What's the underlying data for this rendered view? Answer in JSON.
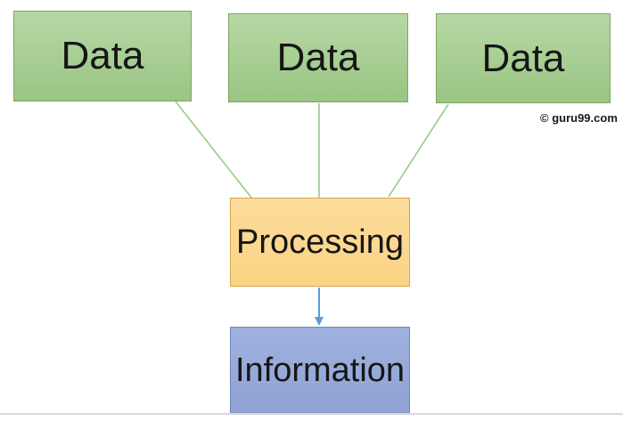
{
  "diagram": {
    "nodes": {
      "data1": {
        "label": "Data",
        "shape": "rectangle",
        "color": "green"
      },
      "data2": {
        "label": "Data",
        "shape": "rectangle",
        "color": "green"
      },
      "data3": {
        "label": "Data",
        "shape": "rectangle",
        "color": "green"
      },
      "processing": {
        "label": "Processing",
        "shape": "rectangle",
        "color": "orange"
      },
      "information": {
        "label": "Information",
        "shape": "rectangle",
        "color": "blue"
      }
    },
    "connectors": [
      {
        "from": "data1",
        "to": "processing",
        "style": "plain-line",
        "color": "#90c97c"
      },
      {
        "from": "data2",
        "to": "processing",
        "style": "plain-line",
        "color": "#90c97c"
      },
      {
        "from": "data3",
        "to": "processing",
        "style": "plain-line",
        "color": "#90c97c"
      },
      {
        "from": "processing",
        "to": "information",
        "style": "arrow",
        "color": "#5b9bd5"
      }
    ],
    "watermark": "© guru99.com",
    "colors": {
      "green_fill": "#a9d18e",
      "green_border": "#81a35f",
      "orange_fill": "#fcd88d",
      "orange_border": "#d3a54e",
      "blue_fill": "#96a9d8",
      "blue_border": "#7083be",
      "connector_green": "#90c97c",
      "arrow_blue": "#5b9bd5",
      "slide_edge_gray": "#d8d8d8",
      "text": "#161616",
      "background": "#ffffff"
    }
  }
}
